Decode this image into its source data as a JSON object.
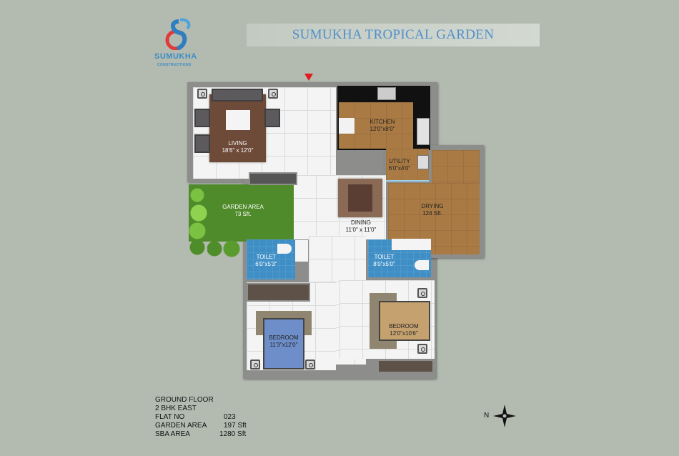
{
  "header": {
    "title": "SUMUKHA TROPICAL GARDEN",
    "logo_name": "SUMUKHA",
    "logo_sub": "CONSTRUCTIONS"
  },
  "rooms": {
    "living": {
      "name": "LIVING",
      "size": "18'6\" x 12'0\""
    },
    "kitchen": {
      "name": "KITCHEN",
      "size": "12'0\"x8'0\""
    },
    "utility": {
      "name": "UTILITY",
      "size": "6'0\"x4'0\""
    },
    "drying": {
      "name": "DRYING",
      "size": "124 Sft."
    },
    "garden": {
      "name": "GARDEN AREA",
      "size": "73 Sft."
    },
    "dining": {
      "name": "DINING",
      "size": "11'0\" x 11'0\""
    },
    "toilet1": {
      "name": "TOILET",
      "size": "6'0\"x5'3\""
    },
    "toilet2": {
      "name": "TOILET",
      "size": "8'0\"x5'0\""
    },
    "bedroom1": {
      "name": "BEDROOM",
      "size": "11'3\"x12'0\""
    },
    "bedroom2": {
      "name": "BEDROOM",
      "size": "12'0\"x10'6\""
    }
  },
  "info": {
    "floor": "GROUND FLOOR",
    "type": "2 BHK EAST",
    "rows": [
      {
        "label": "FLAT NO",
        "value": "023"
      },
      {
        "label": "GARDEN AREA",
        "value": "197 Sft"
      },
      {
        "label": "SBA  AREA",
        "value": "1280 Sft"
      }
    ]
  },
  "compass": {
    "label": "N"
  },
  "colors": {
    "title": "#4f8fc9",
    "entry_marker": "#e01b1b",
    "garden": "#4f8a2b"
  }
}
